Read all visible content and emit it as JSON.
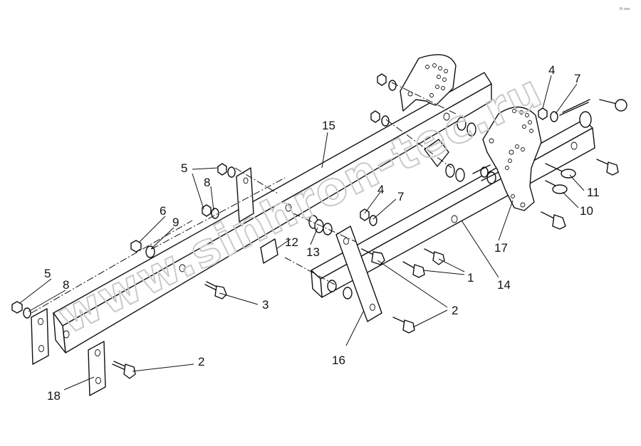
{
  "diagram": {
    "watermark": "www.sinhron-tec.ru",
    "corner_mark": "8ⁿ  ooo",
    "callouts": [
      {
        "id": "c1a",
        "text": "1"
      },
      {
        "id": "c2a",
        "text": "2"
      },
      {
        "id": "c2b",
        "text": "2"
      },
      {
        "id": "c3",
        "text": "3"
      },
      {
        "id": "c4a",
        "text": "4"
      },
      {
        "id": "c4b",
        "text": "4"
      },
      {
        "id": "c5a",
        "text": "5"
      },
      {
        "id": "c5b",
        "text": "5"
      },
      {
        "id": "c6",
        "text": "6"
      },
      {
        "id": "c7a",
        "text": "7"
      },
      {
        "id": "c7b",
        "text": "7"
      },
      {
        "id": "c8a",
        "text": "8"
      },
      {
        "id": "c8b",
        "text": "8"
      },
      {
        "id": "c9",
        "text": "9"
      },
      {
        "id": "c10",
        "text": "10"
      },
      {
        "id": "c11",
        "text": "11"
      },
      {
        "id": "c12",
        "text": "12"
      },
      {
        "id": "c13",
        "text": "13"
      },
      {
        "id": "c14",
        "text": "14"
      },
      {
        "id": "c15",
        "text": "15"
      },
      {
        "id": "c16",
        "text": "16"
      },
      {
        "id": "c17",
        "text": "17"
      },
      {
        "id": "c18",
        "text": "18"
      }
    ]
  }
}
